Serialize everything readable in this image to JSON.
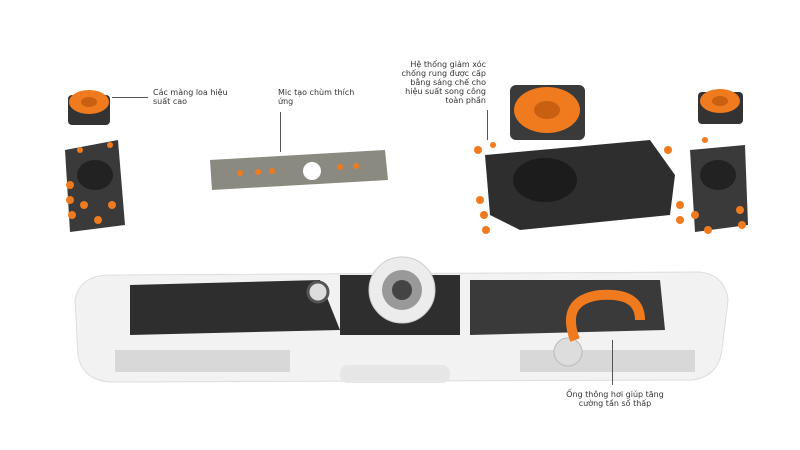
{
  "labels": {
    "drivers": "Các màng loa hiệu suất cao",
    "mic": "Mic tạo chùm thích ứng",
    "suspension": "Hệ thống giảm xóc chống rung được cấp bằng sáng chế cho hiệu suất song công toàn phần",
    "bass_port": "Ống thông hơi giúp tăng cường tần số thấp"
  },
  "colors": {
    "accent_orange": "#f07a1e",
    "housing_dark": "#2e2e2e",
    "body_white": "#f2f2f2",
    "pcb_gray": "#8a8a80"
  }
}
